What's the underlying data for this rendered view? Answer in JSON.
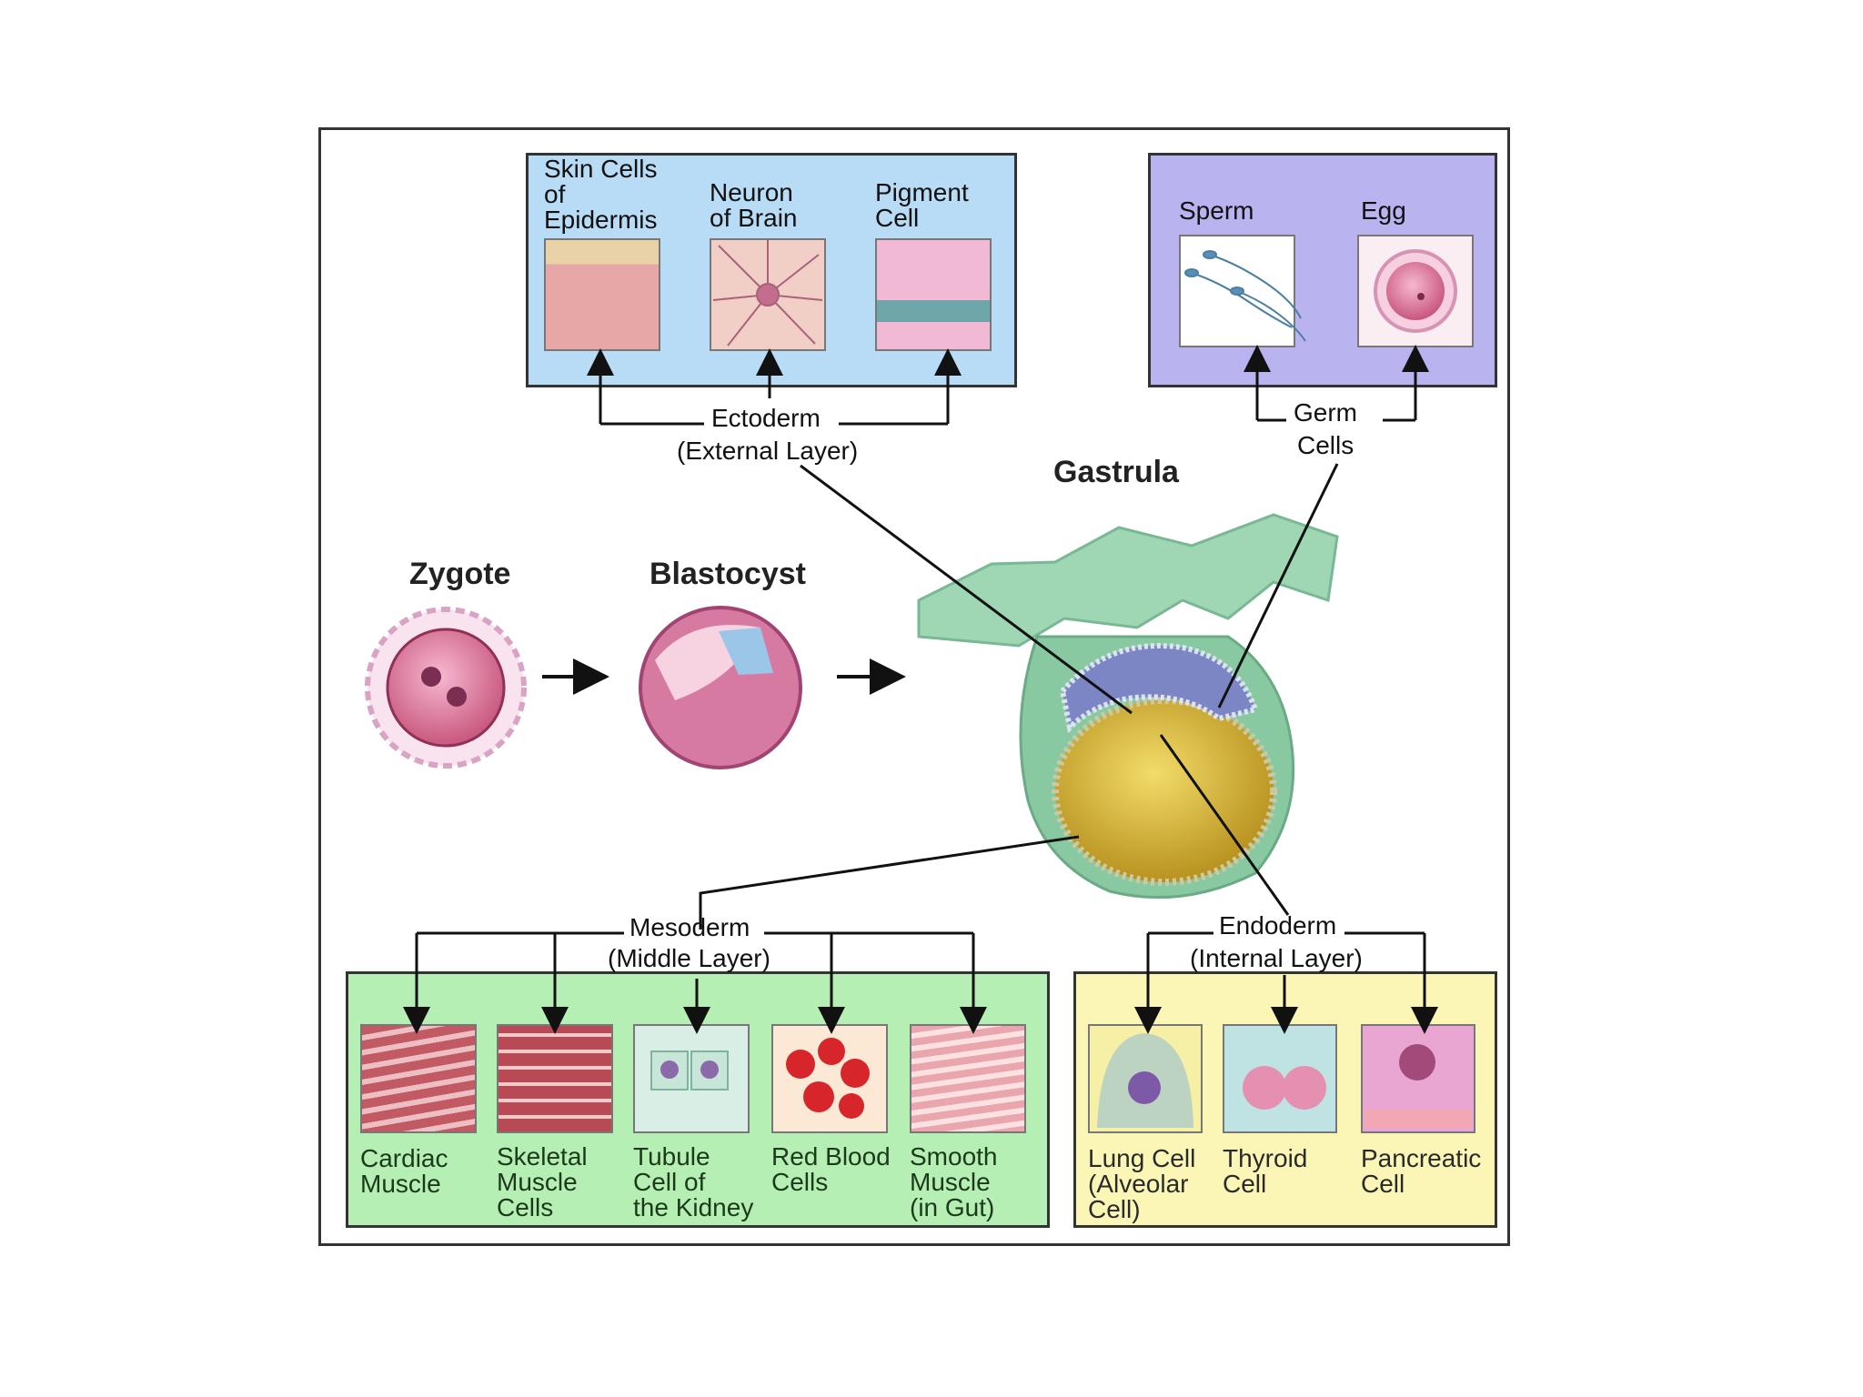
{
  "ectoderm": {
    "title": "Ectoderm",
    "subtitle": "(External Layer)",
    "cells": [
      "Skin Cells\nof\nEpidermis",
      "Neuron\nof Brain",
      "Pigment\nCell"
    ]
  },
  "germ": {
    "title": "Germ",
    "subtitle": "Cells",
    "cells": [
      "Sperm",
      "Egg"
    ]
  },
  "stages": {
    "zygote": "Zygote",
    "blastocyst": "Blastocyst",
    "gastrula": "Gastrula"
  },
  "mesoderm": {
    "title": "Mesoderm",
    "subtitle": "(Middle Layer)",
    "cells": [
      "Cardiac\nMuscle",
      "Skeletal\nMuscle\nCells",
      "Tubule\nCell of\nthe Kidney",
      "Red Blood\nCells",
      "Smooth\nMuscle\n(in Gut)"
    ]
  },
  "endoderm": {
    "title": "Endoderm",
    "subtitle": "(Internal Layer)",
    "cells": [
      "Lung Cell\n(Alveolar\nCell)",
      "Thyroid\nCell",
      "Pancreatic\nCell"
    ]
  },
  "colors": {
    "ectoderm_panel": "#b8dcf5",
    "germ_panel": "#b9b3ef",
    "mesoderm_panel": "#b6efb3",
    "endoderm_panel": "#fbf6b6",
    "gastrula_green": "#9fd6b3",
    "yolk_gold": "#d9b83a",
    "ectoderm_layer": "#7c86c4"
  }
}
